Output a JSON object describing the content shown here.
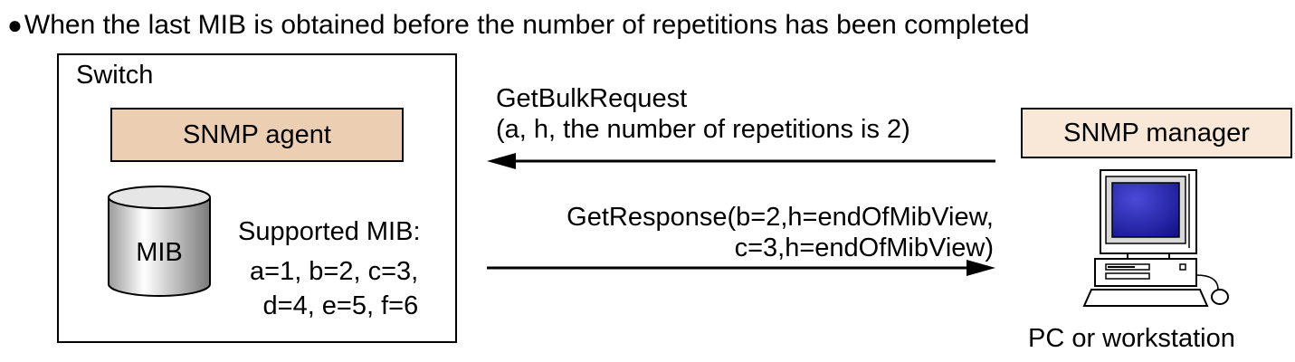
{
  "heading": {
    "bullet": "●",
    "text": "When the last MIB is obtained before the number of repetitions has been completed"
  },
  "switch": {
    "label": "Switch",
    "agent_label": "SNMP agent",
    "mib_label": "MIB",
    "supported_title": "Supported MIB:",
    "supported_lines": [
      "a=1, b=2, c=3,",
      "d=4, e=5, f=6"
    ]
  },
  "request": {
    "line1": "GetBulkRequest",
    "line2": "(a, h, the number of repetitions is 2)"
  },
  "response": {
    "line1": "GetResponse(b=2,h=endOfMibView,",
    "line2": "c=3,h=endOfMibView)"
  },
  "manager": {
    "label": "SNMP manager",
    "pc_label": "PC or workstation"
  },
  "colors": {
    "agent_fill": "#eccfb2",
    "manager_fill": "#f9e8d8",
    "screen_blue": "#1a1aa0"
  }
}
